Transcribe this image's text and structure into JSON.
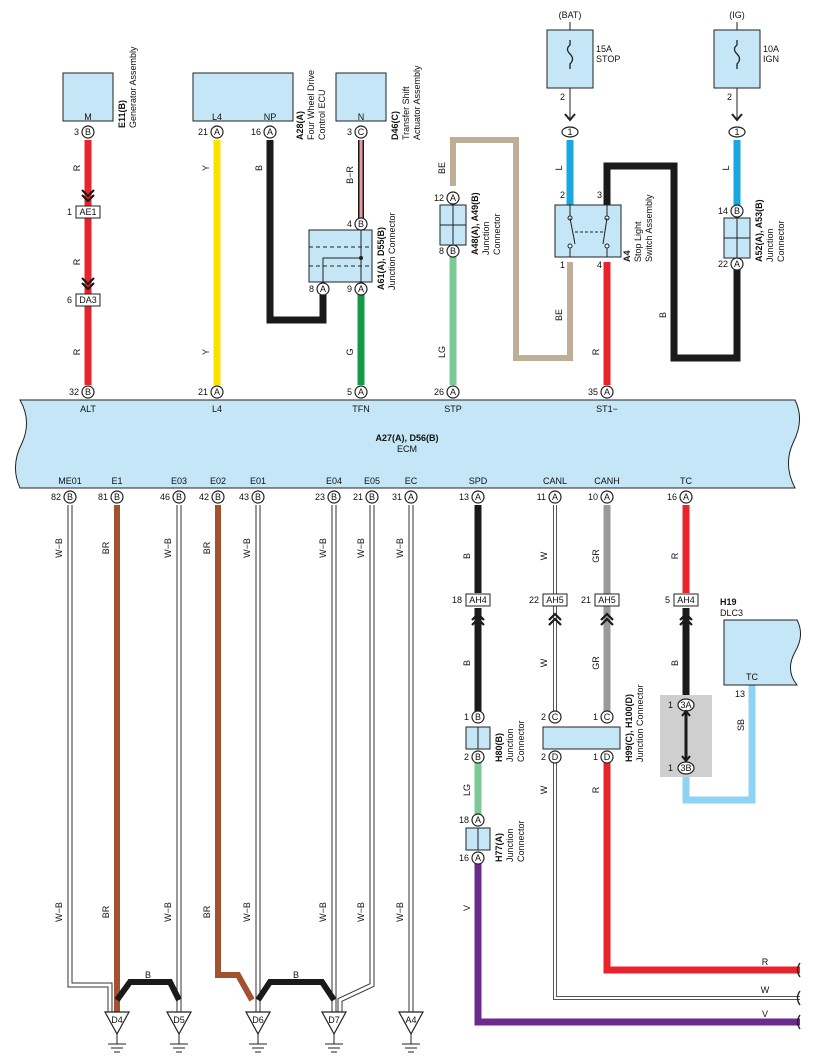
{
  "colors": {
    "box_fill": "#c5e6f6",
    "red": "#e8232b",
    "yellow": "#f7e200",
    "black": "#1a1a1a",
    "green": "#159a44",
    "light_green": "#7cc996",
    "tan": "#bfae96",
    "blue": "#19a7e0",
    "brown": "#a2522e",
    "gray": "#9a9a9a",
    "sky_blue": "#8fd3f3",
    "violet": "#6a2a8e",
    "pink": "#e79aa0",
    "shade": "#cfcfcf"
  },
  "components": {
    "gen": {
      "pin": "M",
      "id": "E11(B)",
      "name": "Generator Assembly"
    },
    "fwd": {
      "pin_l4": "L4",
      "pin_np": "NP",
      "id": "A28(A)",
      "name1": "Four Wheel Drive",
      "name2": "Control ECU"
    },
    "tsa": {
      "pin": "N",
      "id": "D46(C)",
      "name1": "Transfer Shift",
      "name2": "Actuator Assembly"
    },
    "fuse_bat": {
      "supply": "(BAT)",
      "rating": "15A",
      "name": "STOP"
    },
    "fuse_ig": {
      "supply": "(IG)",
      "rating": "10A",
      "name": "IGN"
    },
    "jc_a61": {
      "id": "A61(A), D55(B)",
      "name": "Junction Connector"
    },
    "jc_a48": {
      "id": "A48(A), A49(B)",
      "name1": "Junction",
      "name2": "Connector"
    },
    "stop_sw": {
      "id": "A4",
      "name1": "Stop Light",
      "name2": "Switch Assembly"
    },
    "jc_a52": {
      "id": "A52(A), A53(B)",
      "name1": "Junction",
      "name2": "Connector"
    },
    "ecm": {
      "id": "A27(A), D56(B)",
      "name": "ECM"
    },
    "dlc3": {
      "id": "H19",
      "name": "DLC3",
      "pin": "TC"
    },
    "jc_h80": {
      "id": "H80(B)",
      "name1": "Junction",
      "name2": "Connector"
    },
    "jc_h99": {
      "id": "H99(C), H100(D)",
      "name": "Junction Connector"
    },
    "jc_h77": {
      "id": "H77(A)",
      "name1": "Junction",
      "name2": "Connector"
    }
  },
  "ecm_top_pins": [
    {
      "name": "ALT",
      "num": "32",
      "conn": "B"
    },
    {
      "name": "L4",
      "num": "21",
      "conn": "A"
    },
    {
      "name": "TFN",
      "num": "5",
      "conn": "A"
    },
    {
      "name": "STP",
      "num": "26",
      "conn": "A"
    },
    {
      "name": "ST1−",
      "num": "35",
      "conn": "A"
    }
  ],
  "ecm_bottom_pins": [
    {
      "name": "ME01",
      "num": "82",
      "conn": "B"
    },
    {
      "name": "E1",
      "num": "81",
      "conn": "B"
    },
    {
      "name": "E03",
      "num": "46",
      "conn": "B"
    },
    {
      "name": "E02",
      "num": "42",
      "conn": "B"
    },
    {
      "name": "E01",
      "num": "43",
      "conn": "B"
    },
    {
      "name": "E04",
      "num": "23",
      "conn": "B"
    },
    {
      "name": "E05",
      "num": "21",
      "conn": "B"
    },
    {
      "name": "EC",
      "num": "31",
      "conn": "A"
    },
    {
      "name": "SPD",
      "num": "13",
      "conn": "A"
    },
    {
      "name": "CANL",
      "num": "11",
      "conn": "A"
    },
    {
      "name": "CANH",
      "num": "10",
      "conn": "A"
    },
    {
      "name": "TC",
      "num": "16",
      "conn": "A"
    }
  ],
  "pins": {
    "gen": {
      "num": "3",
      "conn": "B"
    },
    "fwd_l4": {
      "num": "21",
      "conn": "A"
    },
    "fwd_np": {
      "num": "16",
      "conn": "A"
    },
    "tsa": {
      "num": "3",
      "conn": "C"
    },
    "a61_4": {
      "num": "4",
      "conn": "B"
    },
    "a61_8": {
      "num": "8",
      "conn": "A"
    },
    "a61_9": {
      "num": "9",
      "conn": "A"
    },
    "a48_12": {
      "num": "12",
      "conn": "A"
    },
    "a48_8": {
      "num": "8",
      "conn": "B"
    },
    "fuse_bat_2": {
      "num": "2"
    },
    "fuse_ig_2": {
      "num": "2"
    },
    "bat_1": {
      "num": "1"
    },
    "ig_1": {
      "num": "1"
    },
    "sw_2": {
      "num": "2"
    },
    "sw_3": {
      "num": "3"
    },
    "sw_1": {
      "num": "1"
    },
    "sw_4": {
      "num": "4"
    },
    "a52_14": {
      "num": "14",
      "conn": "B"
    },
    "a52_22": {
      "num": "22",
      "conn": "A"
    },
    "h80_1": {
      "num": "1",
      "conn": "B"
    },
    "h80_2": {
      "num": "2",
      "conn": "B"
    },
    "h99_2c": {
      "num": "2",
      "conn": "C"
    },
    "h99_1c": {
      "num": "1",
      "conn": "C"
    },
    "h99_2d": {
      "num": "2",
      "conn": "D"
    },
    "h99_1d": {
      "num": "1",
      "conn": "D"
    },
    "h77_18": {
      "num": "18",
      "conn": "A"
    },
    "h77_16": {
      "num": "16",
      "conn": "A"
    },
    "dlc_13": {
      "num": "13"
    },
    "j_3a": {
      "num": "1",
      "conn": "3A"
    },
    "j_3b": {
      "num": "1",
      "conn": "3B"
    }
  },
  "inline_connectors": {
    "ae1": {
      "num": "1",
      "name": "AE1"
    },
    "da3": {
      "num": "6",
      "name": "DA3"
    },
    "ah4_spd": {
      "num": "18",
      "name": "AH4"
    },
    "ah5_canl": {
      "num": "22",
      "name": "AH5"
    },
    "ah5_canh": {
      "num": "21",
      "name": "AH5"
    },
    "ah4_tc": {
      "num": "5",
      "name": "AH4"
    }
  },
  "wire_colors": {
    "r": "R",
    "y": "Y",
    "b": "B",
    "br_w": "B−R",
    "be": "BE",
    "lg": "LG",
    "l": "L",
    "g": "G",
    "wb": "W−B",
    "brn": "BR",
    "w": "W",
    "gr": "GR",
    "sb": "SB",
    "v": "V"
  },
  "grounds": [
    "D4",
    "D5",
    "D6",
    "D7",
    "A4"
  ],
  "harness_exits": [
    "R",
    "W",
    "V"
  ]
}
